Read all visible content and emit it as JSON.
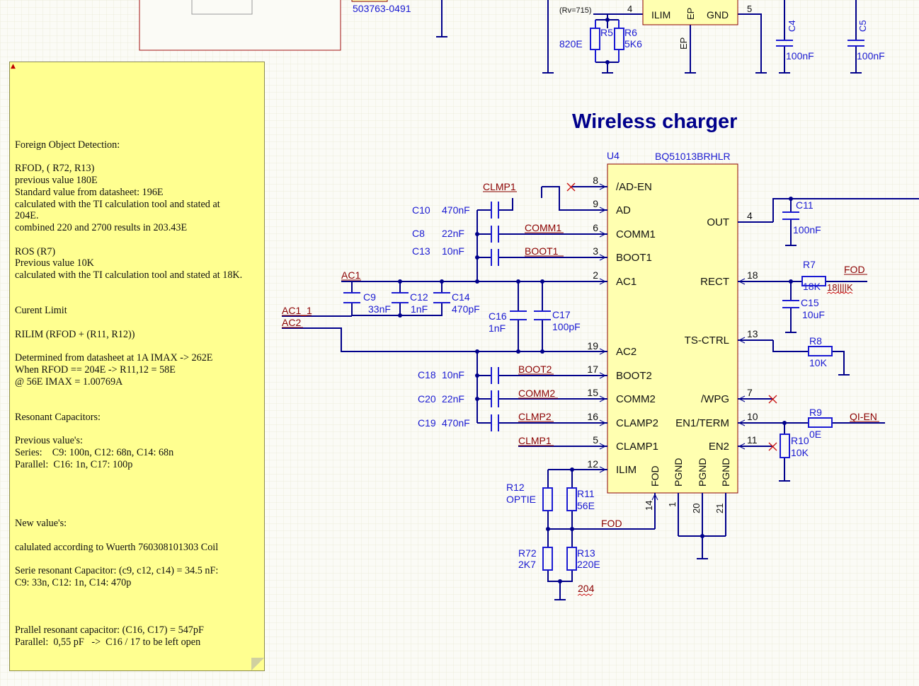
{
  "title": "Wireless charger",
  "top": {
    "connector_part": "503763-0491",
    "rv_note": "(Rv=715)",
    "reg_pins": [
      "ILIM",
      "EP",
      "GND",
      "EP"
    ],
    "reg_pin_nums": [
      "4",
      "5"
    ],
    "r5": {
      "ref": "R5",
      "value": "820E"
    },
    "r6": {
      "ref": "R6",
      "value": "5K6"
    },
    "c4": {
      "ref": "C4",
      "value": "100nF"
    },
    "c5": {
      "ref": "C5",
      "value": "100nF"
    }
  },
  "ic": {
    "ref": "U4",
    "part": "BQ51013BRHLR",
    "left_pins": [
      {
        "num": "8",
        "name": "/AD-EN"
      },
      {
        "num": "9",
        "name": "AD"
      },
      {
        "num": "6",
        "name": "COMM1"
      },
      {
        "num": "3",
        "name": "BOOT1"
      },
      {
        "num": "2",
        "name": "AC1"
      },
      {
        "num": "19",
        "name": "AC2"
      },
      {
        "num": "17",
        "name": "BOOT2"
      },
      {
        "num": "15",
        "name": "COMM2"
      },
      {
        "num": "16",
        "name": "CLAMP2"
      },
      {
        "num": "5",
        "name": "CLAMP1"
      },
      {
        "num": "12",
        "name": "ILIM"
      }
    ],
    "right_pins": [
      {
        "num": "4",
        "name": "OUT"
      },
      {
        "num": "18",
        "name": "RECT"
      },
      {
        "num": "13",
        "name": "TS-CTRL"
      },
      {
        "num": "7",
        "name": "/WPG"
      },
      {
        "num": "10",
        "name": "EN1/TERM"
      },
      {
        "num": "11",
        "name": "EN2"
      }
    ],
    "bottom_pins": [
      {
        "num": "14",
        "name": "FOD"
      },
      {
        "num": "1",
        "name": "PGND"
      },
      {
        "num": "20",
        "name": "PGND"
      },
      {
        "num": "21",
        "name": "PGND"
      }
    ]
  },
  "nets": {
    "clmp1": "CLMP1",
    "comm1": "COMM1",
    "boot1": "BOOT1",
    "ac1": "AC1",
    "ac1_1": "AC1_1",
    "ac2": "AC2",
    "boot2": "BOOT2",
    "comm2": "COMM2",
    "clmp2": "CLMP2",
    "fod": "FOD",
    "qi_en": "QI-EN",
    "n204": "204",
    "k18": "18||||K"
  },
  "components": {
    "c10": {
      "ref": "C10",
      "value": "470nF"
    },
    "c8": {
      "ref": "C8",
      "value": "22nF"
    },
    "c13": {
      "ref": "C13",
      "value": "10nF"
    },
    "c9": {
      "ref": "C9",
      "value": "33nF"
    },
    "c12": {
      "ref": "C12",
      "value": "1nF"
    },
    "c14": {
      "ref": "C14",
      "value": "470pF"
    },
    "c16": {
      "ref": "C16",
      "value": "1nF"
    },
    "c17": {
      "ref": "C17",
      "value": "100pF"
    },
    "c18": {
      "ref": "C18",
      "value": "10nF"
    },
    "c20": {
      "ref": "C20",
      "value": "22nF"
    },
    "c19": {
      "ref": "C19",
      "value": "470nF"
    },
    "c11": {
      "ref": "C11",
      "value": "100nF"
    },
    "c15": {
      "ref": "C15",
      "value": "10uF"
    },
    "r7": {
      "ref": "R7",
      "value": "18K"
    },
    "r8": {
      "ref": "R8",
      "value": "10K"
    },
    "r9": {
      "ref": "R9",
      "value": "0E"
    },
    "r10": {
      "ref": "R10",
      "value": "10K"
    },
    "r12": {
      "ref": "R12",
      "value": "OPTIE"
    },
    "r11": {
      "ref": "R11",
      "value": "56E"
    },
    "r72": {
      "ref": "R72",
      "value": "2K7"
    },
    "r13": {
      "ref": "R13",
      "value": "220E"
    }
  },
  "note_lines": [
    "Foreign Object Detection:",
    "",
    "RFOD, ( R72, R13)",
    "previous value 180E",
    "Standard value from datasheet: 196E",
    "calculated with the TI calculation tool and stated at",
    "204E.",
    "combined 220 and 2700 results in 203.43E",
    "",
    "ROS (R7)",
    "Previous value 10K",
    "calculated with the TI calculation tool and stated at 18K.",
    "",
    "",
    "Curent Limit",
    "",
    "RILIM (RFOD + (R11, R12))",
    "",
    "Determined from datasheet at 1A IMAX -> 262E",
    "When RFOD == 204E -> R11,12 = 58E",
    "@ 56E IMAX = 1.00769A",
    "",
    "",
    "Resonant Capacitors:",
    "",
    "Previous value's:",
    "Series:    C9: 100n, C12: 68n, C14: 68n",
    "Parallel:  C16: 1n, C17: 100p",
    "",
    "",
    "",
    "",
    "New value's:",
    "",
    "calulated according to Wuerth 760308101303 Coil",
    "",
    "Serie resonant Capacitor: (c9, c12, c14) = 34.5 nF:",
    "C9: 33n, C12: 1n, C14: 470p",
    "",
    "",
    "",
    "Prallel resonant capacitor: (C16, C17) = 547pF",
    "Parallel:  0,55 pF   ->  C16 / 17 to be left open"
  ],
  "colors": {
    "wire": "#00008b",
    "component": "#1a1ad2",
    "net": "#8b0000",
    "note": "#ffff90"
  }
}
